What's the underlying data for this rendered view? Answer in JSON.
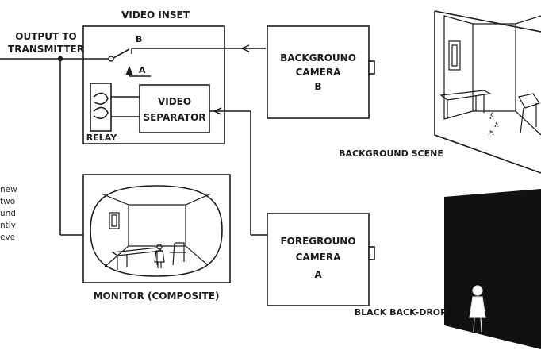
{
  "labels": {
    "video_inset": "VIDEO INSET",
    "output_line1": "OUTPUT TO",
    "output_line2": "TRANSMITTER",
    "switch_b": "B",
    "switch_a": "A",
    "video_separator_line1": "VIDEO",
    "video_separator_line2": "SEPARATOR",
    "relay": "RELAY",
    "background_camera_line1": "BACKGROUNO",
    "background_camera_line2": "CAMERA",
    "background_camera_line3": "B",
    "background_scene": "BACKGROUND SCENE",
    "foreground_camera_line1": "FOREGROUNO",
    "foreground_camera_line2": "CAMERA",
    "foreground_camera_line3": "A",
    "monitor": "MONITOR (COMPOSITE)",
    "black_backdrop": "BLACK BACK-DROP"
  },
  "side_text": [
    "new",
    "two",
    "und",
    "ntly",
    "eve"
  ],
  "colors": {
    "ink": "#1c1c1c",
    "backdrop": "#111111",
    "background": "#ffffff"
  }
}
